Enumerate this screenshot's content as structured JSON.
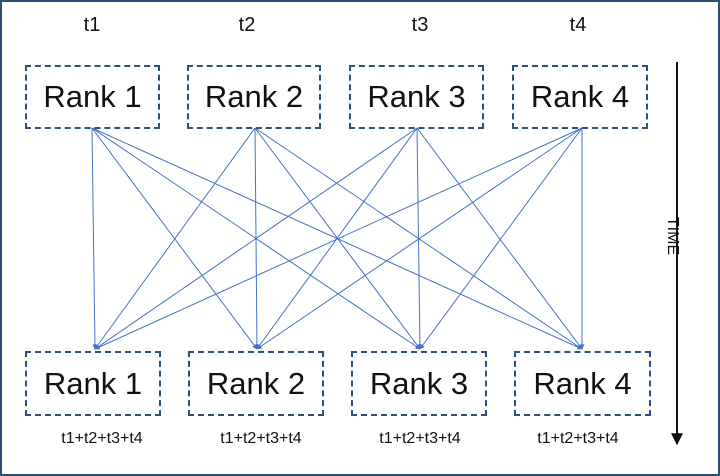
{
  "time_labels": [
    "t1",
    "t2",
    "t3",
    "t4"
  ],
  "top_ranks": [
    "Rank 1",
    "Rank 2",
    "Rank 3",
    "Rank 4"
  ],
  "bottom_ranks": [
    "Rank 1",
    "Rank 2",
    "Rank 3",
    "Rank 4"
  ],
  "sum_labels": [
    "t1+t2+t3+t4",
    "t1+t2+t3+t4",
    "t1+t2+t3+t4",
    "t1+t2+t3+t4"
  ],
  "axis_label": "TIME",
  "colors": {
    "border": "#2f4e78",
    "line": "#4472c4",
    "arrow": "#111111"
  }
}
